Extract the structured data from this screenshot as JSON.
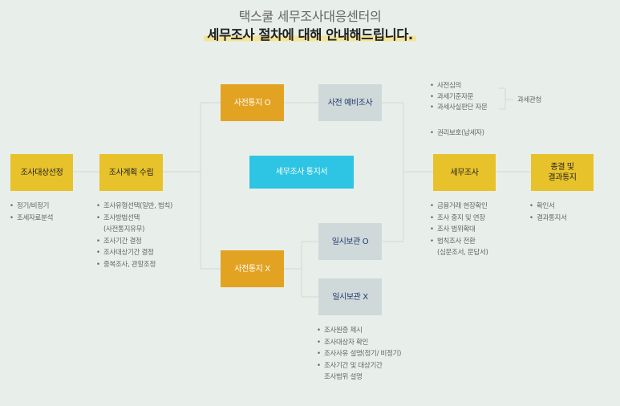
{
  "header": {
    "subtitle": "택스쿨 세무조사대응센터의",
    "title": "세무조사 절차에 대해 안내해드립니다."
  },
  "nodes": {
    "target_selection": "조사대상선정",
    "plan": "조사계획 수립",
    "notice_o": "사전통지 O",
    "notice_x": "사전통지 X",
    "prelim": "사전 예비조사",
    "center": "세무조사 통지서",
    "storage_o": "일시보관 O",
    "storage_x": "일시보관 X",
    "tax_audit": "세무조사",
    "conclusion_line1": "종결 및",
    "conclusion_line2": "결과통지"
  },
  "lists": {
    "target_selection": [
      "정기/비정기",
      "조세자료분석"
    ],
    "plan": [
      "조사유형선택(일반, 범칙)",
      "조사방법선택",
      "(사전통지유무)",
      "조사기간 결정",
      "조사대상기간 결정",
      "중복조사, 관할조정"
    ],
    "prelim_items": [
      "사전심의",
      "과세기준자문",
      "과세사실판단 자문"
    ],
    "prelim_group_label": "과세관청",
    "rights": "권리보호(납세자)",
    "tax_audit": [
      "금융거래 현장확인",
      "조사 중지 및 연장",
      "조사 범위확대",
      "범칙조사 전환",
      "(심문조서, 문답서)"
    ],
    "conclusion": [
      "확인서",
      "결과통지서"
    ],
    "storage_x": [
      "조사원증 제시",
      "조사대상자 확인",
      "조사사유 설명(정기/ 비정기)",
      "조사기간 및 대상기간",
      "조사범위 설명"
    ]
  },
  "colors": {
    "background": "#e8efea",
    "yellow": "#e8c22a",
    "orange": "#e3a322",
    "gray_box": "#cfd9d9",
    "cyan": "#2ec4e3",
    "highlight": "#f4e59a",
    "line": "#cfd8d4"
  }
}
